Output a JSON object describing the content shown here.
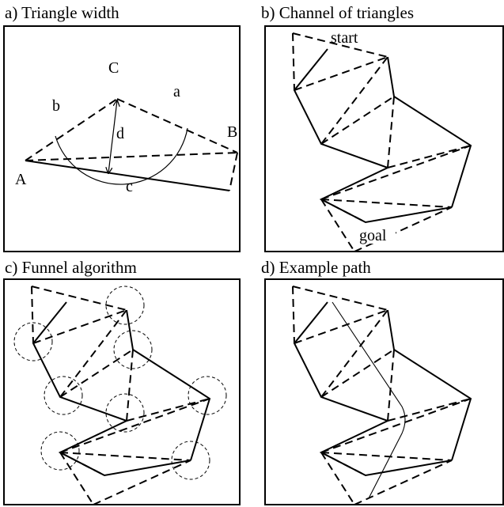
{
  "panels": {
    "a": {
      "title": "a) Triangle width"
    },
    "b": {
      "title": "b) Channel of triangles"
    },
    "c": {
      "title": "c) Funnel algorithm"
    },
    "d": {
      "title": "d) Example path"
    }
  },
  "triangle_labels": {
    "vertex_a": "A",
    "vertex_b": "B",
    "vertex_c": "C",
    "side_a": "a",
    "side_b": "b",
    "side_c": "c",
    "width_d": "d"
  },
  "channel_labels": {
    "start": "start",
    "goal": "goal"
  }
}
